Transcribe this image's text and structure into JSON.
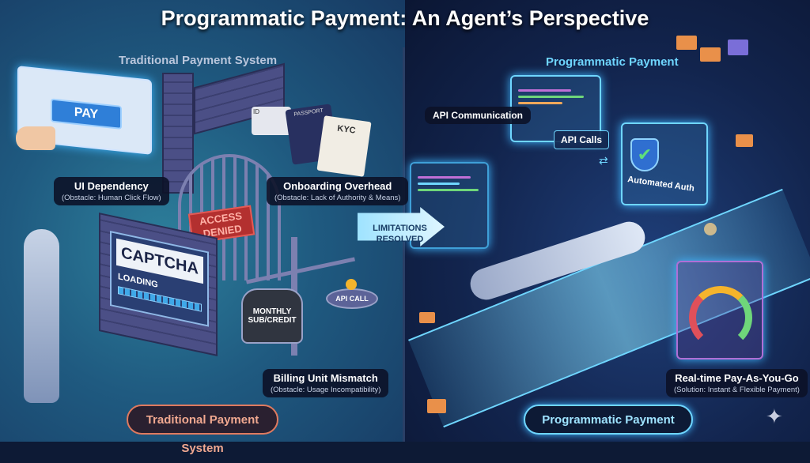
{
  "title": "Programmatic Payment: An Agent’s Perspective",
  "left": {
    "heading": "Traditional Payment System",
    "pay_button": "PAY",
    "ui_dependency": {
      "title": "UI Dependency",
      "subtitle": "(Obstacle: Human Click Flow)"
    },
    "onboarding": {
      "title": "Onboarding Overhead",
      "subtitle": "(Obstacle: Lack of Authority & Means)"
    },
    "docs": {
      "id": "ID",
      "passport": "PASSPORT",
      "kyc": "KYC"
    },
    "access_denied": "ACCESS DENIED",
    "captcha": "CAPTCHA",
    "loading": "LOADING",
    "weight": "MONTHLY SUB/CREDIT",
    "api_call": "API CALL",
    "billing": {
      "title": "Billing Unit Mismatch",
      "subtitle": "(Obstacle: Usage Incompatibility)"
    },
    "footer_pill": "Traditional Payment System"
  },
  "arrow_label": "LIMITATIONS RESOLVED",
  "right": {
    "heading": "Programmatic Payment",
    "api_communication": "API Communication",
    "api_calls": "API Calls",
    "automated_auth": "Automated Auth",
    "payg": {
      "title": "Real-time Pay-As-You-Go",
      "subtitle": "(Solution: Instant & Flexible Payment)"
    },
    "footer_pill": "Programmatic Payment"
  },
  "colors": {
    "accent": "#6fd6ff",
    "denied": "#b3302f",
    "pill_left": "#e07a5f"
  }
}
